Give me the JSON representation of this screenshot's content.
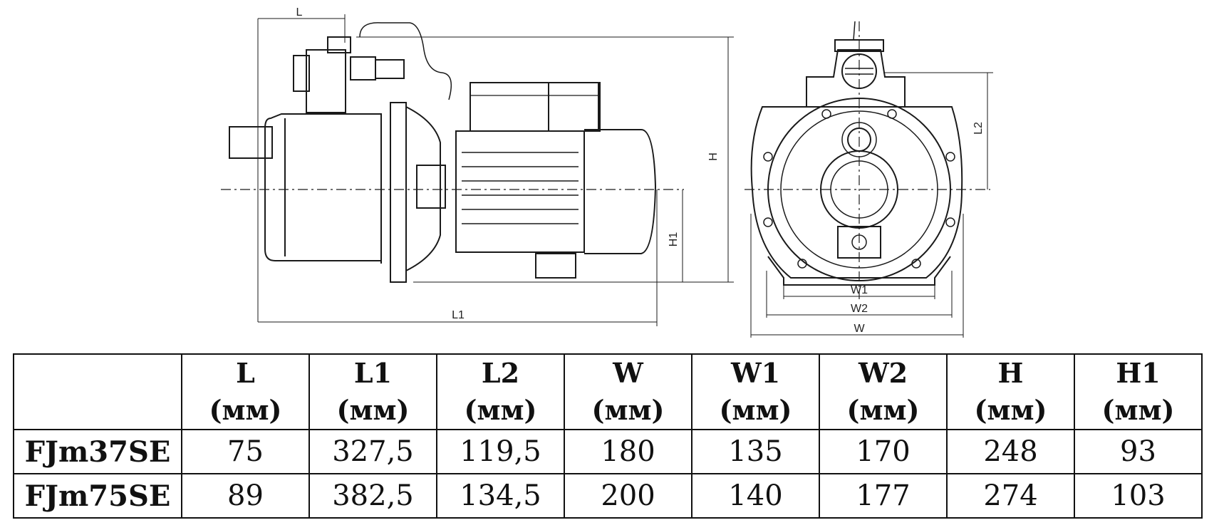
{
  "drawing": {
    "side_view_labels": {
      "l": "L",
      "l1": "L1",
      "h": "H",
      "h1": "H1"
    },
    "front_view_labels": {
      "l2": "L2",
      "w1": "W1",
      "w2": "W2",
      "w": "W"
    }
  },
  "table": {
    "columns": [
      {
        "name": "L",
        "unit": "(мм)"
      },
      {
        "name": "L1",
        "unit": "(мм)"
      },
      {
        "name": "L2",
        "unit": "(мм)"
      },
      {
        "name": "W",
        "unit": "(мм)"
      },
      {
        "name": "W1",
        "unit": "(мм)"
      },
      {
        "name": "W2",
        "unit": "(мм)"
      },
      {
        "name": "H",
        "unit": "(мм)"
      },
      {
        "name": "H1",
        "unit": "(мм)"
      }
    ],
    "rows": [
      {
        "model": "FJm37SE",
        "values": [
          "75",
          "327,5",
          "119,5",
          "180",
          "135",
          "170",
          "248",
          "93"
        ]
      },
      {
        "model": "FJm75SE",
        "values": [
          "89",
          "382,5",
          "134,5",
          "200",
          "140",
          "177",
          "274",
          "103"
        ]
      }
    ]
  }
}
